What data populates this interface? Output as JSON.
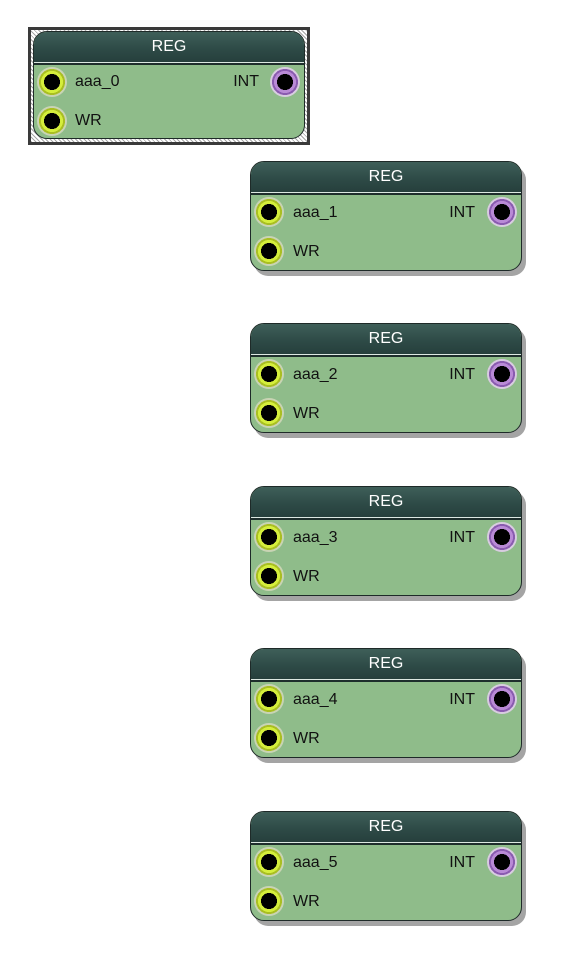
{
  "nodes": [
    {
      "title": "REG",
      "input_port": "aaa_0",
      "wr_port": "WR",
      "output_port": "INT",
      "selected": true
    },
    {
      "title": "REG",
      "input_port": "aaa_1",
      "wr_port": "WR",
      "output_port": "INT",
      "selected": false
    },
    {
      "title": "REG",
      "input_port": "aaa_2",
      "wr_port": "WR",
      "output_port": "INT",
      "selected": false
    },
    {
      "title": "REG",
      "input_port": "aaa_3",
      "wr_port": "WR",
      "output_port": "INT",
      "selected": false
    },
    {
      "title": "REG",
      "input_port": "aaa_4",
      "wr_port": "WR",
      "output_port": "INT",
      "selected": false
    },
    {
      "title": "REG",
      "input_port": "aaa_5",
      "wr_port": "WR",
      "output_port": "INT",
      "selected": false
    }
  ],
  "colors": {
    "node_body": "#8fbc8a",
    "node_header": "#2e4b47",
    "input_port_ring": "#d5ee3c",
    "output_port_ring": "#b98ad6"
  }
}
